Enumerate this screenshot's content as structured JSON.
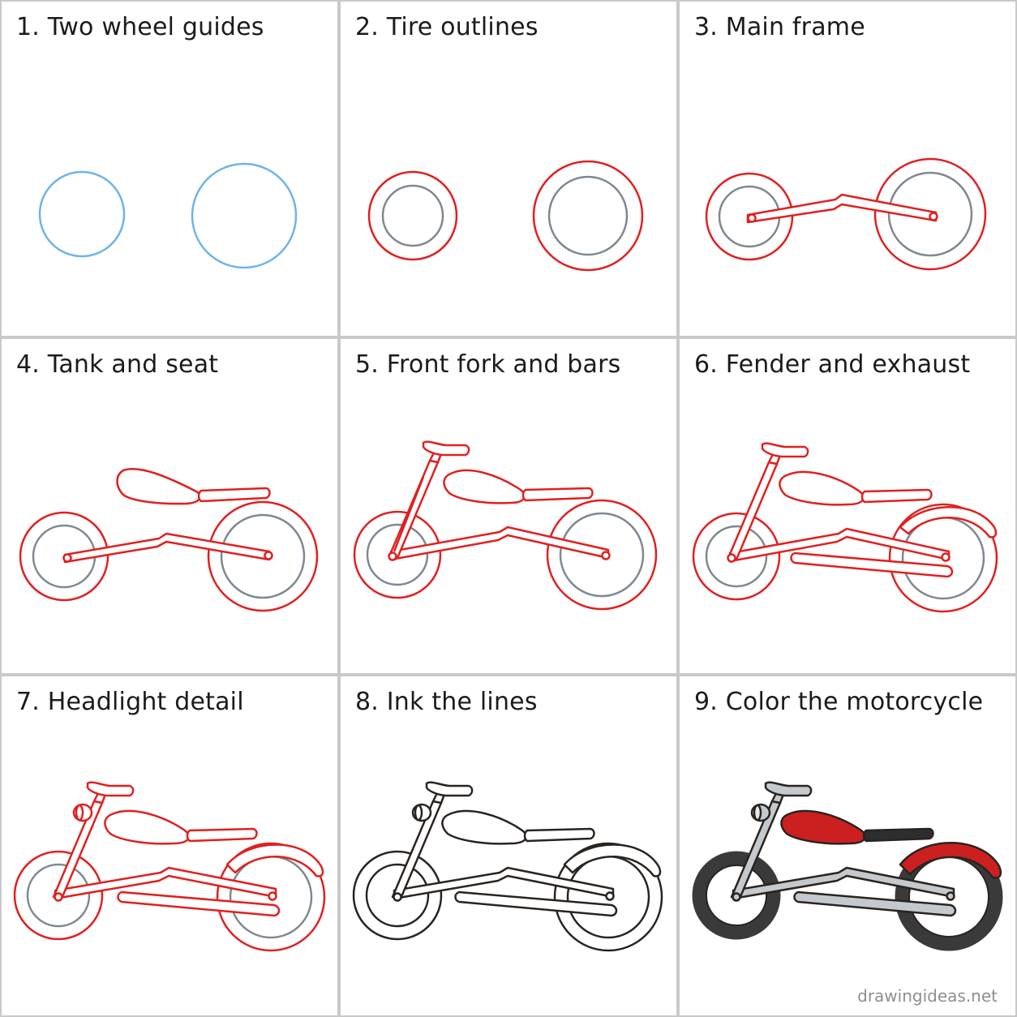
{
  "steps": [
    {
      "label": "1. Two wheel guides"
    },
    {
      "label": "2. Tire outlines"
    },
    {
      "label": "3. Main frame"
    },
    {
      "label": "4. Tank and seat"
    },
    {
      "label": "5. Front fork and bars"
    },
    {
      "label": "6. Fender and exhaust"
    },
    {
      "label": "7. Headlight detail"
    },
    {
      "label": "8. Ink the lines"
    },
    {
      "label": "9. Color the motorcycle"
    }
  ],
  "watermark": "drawingideas.net",
  "colors": {
    "guide": "#6fb3e8",
    "sketch": "#e02020",
    "inner_wheel": "#7f8891",
    "ink": "#2a2420",
    "tank_fill": "#cc2020",
    "tire_fill": "#3a3a3a",
    "metal_fill": "#c4c9ce"
  }
}
